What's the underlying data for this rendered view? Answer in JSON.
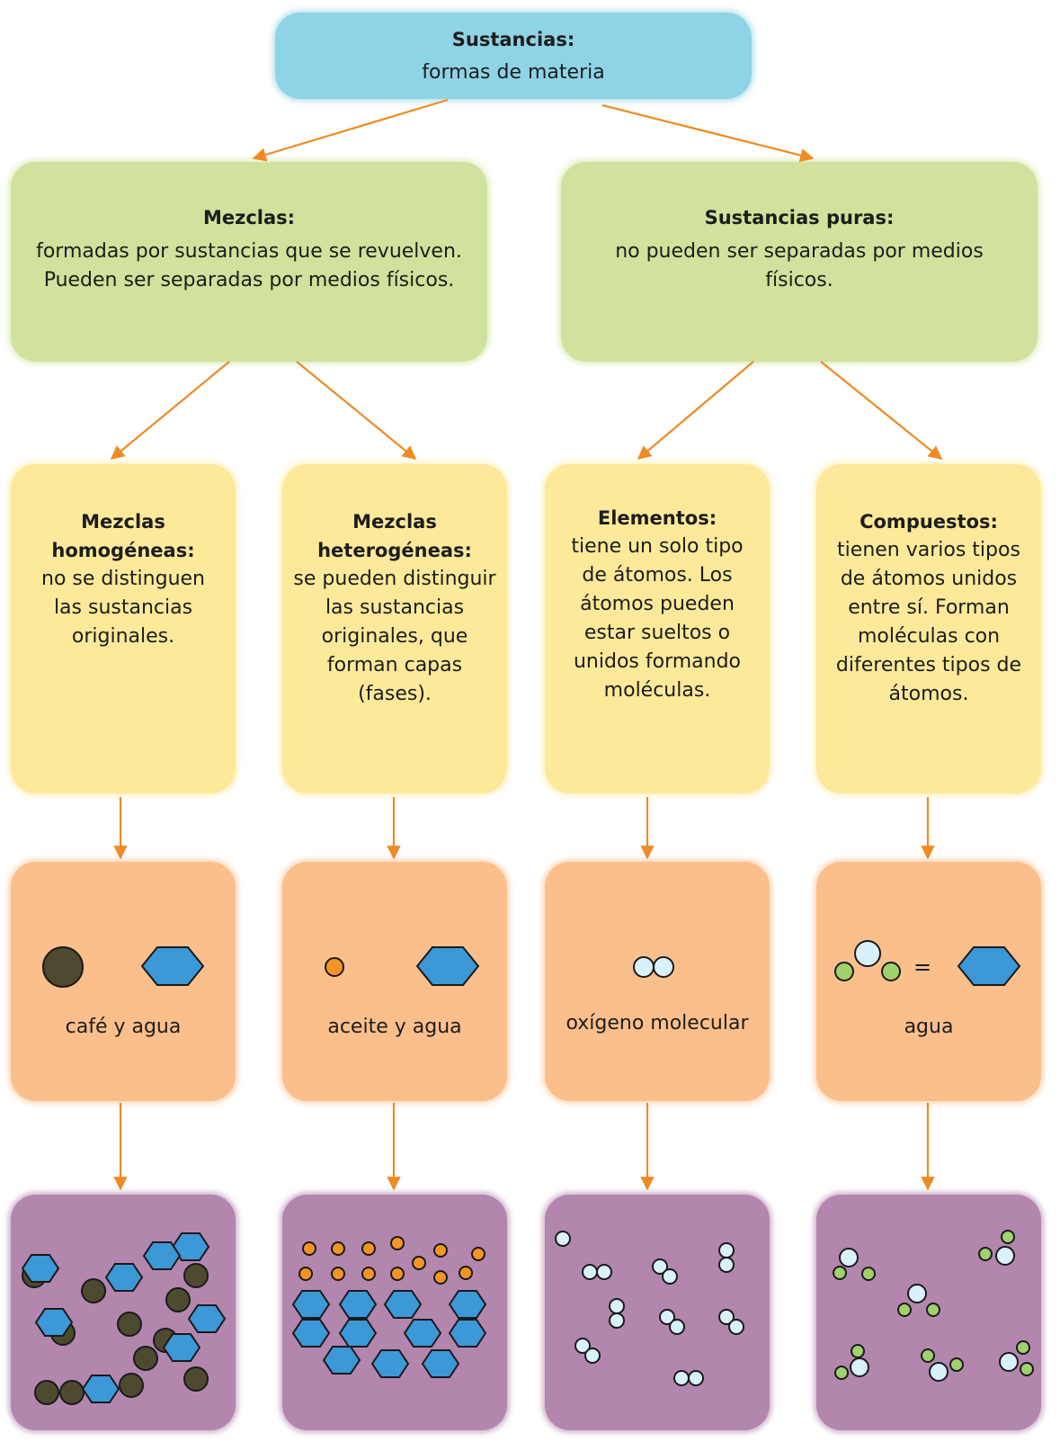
{
  "root": {
    "title": "Sustancias:",
    "text": "formas de materia"
  },
  "mezclas": {
    "title": "Mezclas:",
    "text": "formadas por sustancias que se revuelven. Pueden ser separadas por medios físicos."
  },
  "puras": {
    "title": "Sustancias puras:",
    "text": "no pueden ser separadas por medios físicos."
  },
  "homogeneas": {
    "title": "Mezclas homogéneas:",
    "text": "no se distinguen las sustancias originales."
  },
  "heterogeneas": {
    "title": "Mezclas heterogéneas:",
    "text": "se pueden distinguir las sustancias originales, que forman capas (fases)."
  },
  "elementos": {
    "title": "Elementos:",
    "text": "tiene un solo tipo de átomos. Los átomos pueden estar sueltos o unidos formando moléculas."
  },
  "compuestos": {
    "title": "Compuestos:",
    "text": "tienen varios tipos de átomos unidos entre sí. Forman moléculas con diferentes tipos de átomos."
  },
  "examples": {
    "homogeneas": "café y agua",
    "heterogeneas": "aceite y agua",
    "elementos": "oxígeno molecular",
    "compuestos": "agua",
    "equals_sign": "="
  },
  "colors": {
    "arrow": "#f08a24",
    "coffee_particle": "#4e4a2f",
    "water_hexagon": "#3c98d6",
    "oil_particle": "#f39425",
    "oxygen_atom": "#d8f1fb",
    "hydrogen_atom": "#9fd16c"
  }
}
